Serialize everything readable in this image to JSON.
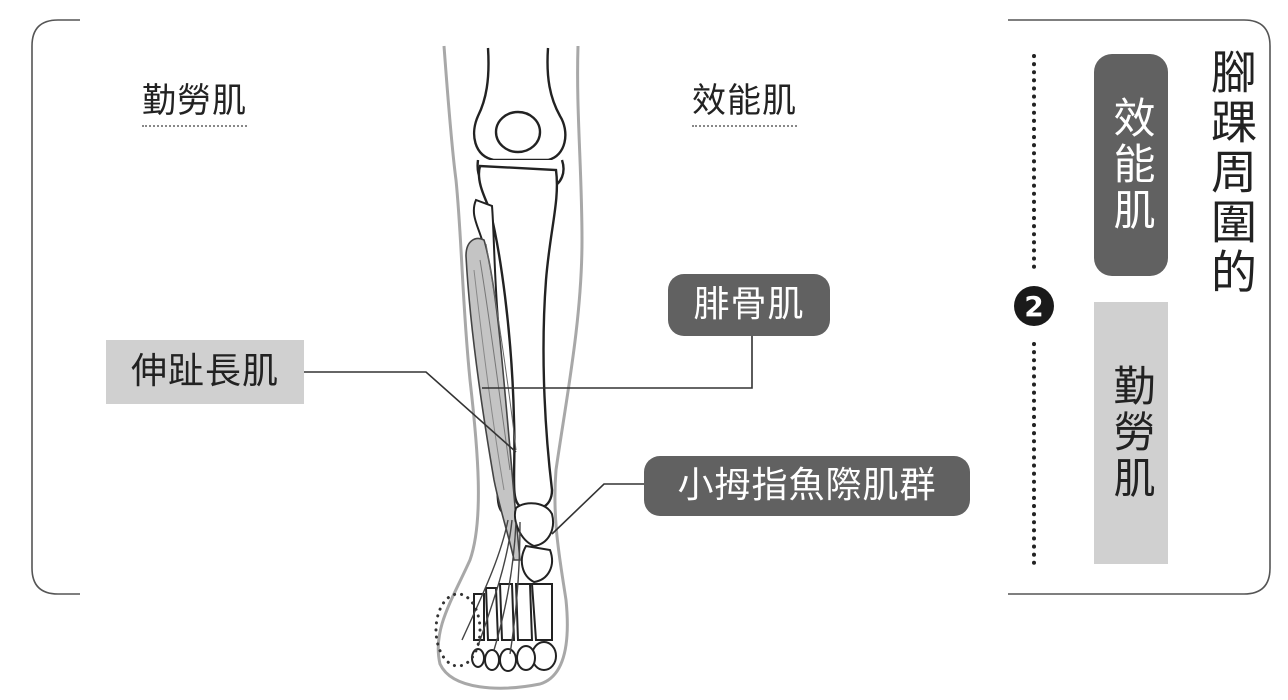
{
  "headings": {
    "left": "勤勞肌",
    "right": "效能肌"
  },
  "labels": {
    "fibularis": "腓骨肌",
    "extensor_digitorum_longus": "伸趾長肌",
    "hypothenar": "小拇指魚際肌群"
  },
  "sidebar": {
    "title": "腳踝周圍的",
    "step_number": "2",
    "efficient": "效能肌",
    "laborious": "勤勞肌"
  },
  "colors": {
    "dark_label": "#616161",
    "light_label": "#d0d0d0",
    "outline": "#9e9e9e"
  }
}
